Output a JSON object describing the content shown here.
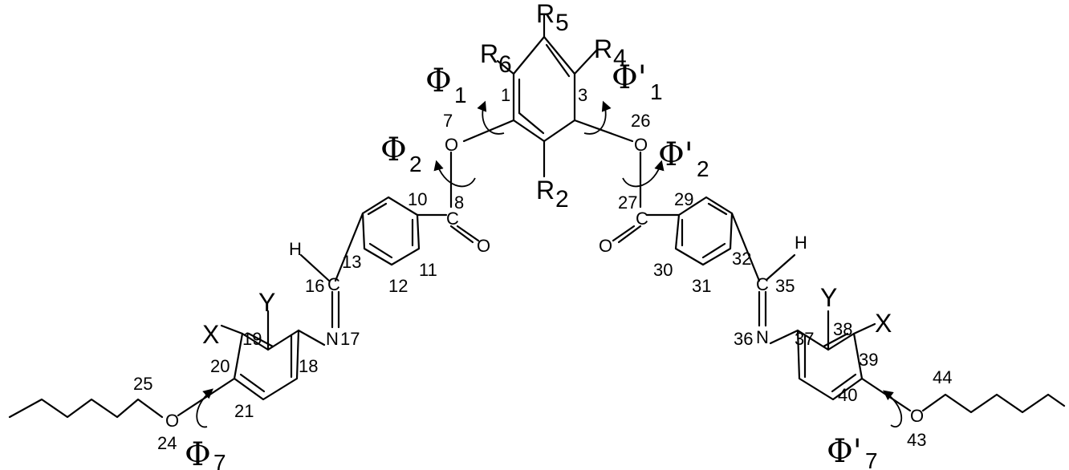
{
  "groups": {
    "r5": {
      "main": "R",
      "sub": "5"
    },
    "r6": {
      "main": "R",
      "sub": "6"
    },
    "r4": {
      "main": "R",
      "sub": "4"
    },
    "r2": {
      "main": "R",
      "sub": "2"
    },
    "x_left": "X",
    "y_left": "Y",
    "x_right": "X",
    "y_right": "Y"
  },
  "atoms": {
    "o7": "O",
    "o26": "O",
    "o_carbonyl_left": "O",
    "o_carbonyl_right": "O",
    "c8": "C",
    "c27": "C",
    "c16": "C",
    "c35": "C",
    "h16": "H",
    "h35": "H",
    "n17": "N",
    "n36": "N",
    "o24": "O",
    "o43": "O"
  },
  "numbers": {
    "n1": "1",
    "n3": "3",
    "n7": "7",
    "n8": "8",
    "n10": "10",
    "n11": "11",
    "n12": "12",
    "n13": "13",
    "n16": "16",
    "n17": "17",
    "n18": "18",
    "n19": "19",
    "n20": "20",
    "n21": "21",
    "n24": "24",
    "n25": "25",
    "n26": "26",
    "n27": "27",
    "n29": "29",
    "n30": "30",
    "n31": "31",
    "n32": "32",
    "n35": "35",
    "n36": "36",
    "n37": "37",
    "n38": "38",
    "n39": "39",
    "n40": "40",
    "n43": "43",
    "n44": "44"
  },
  "torsions": {
    "phi1": {
      "symbol": "Φ",
      "sub": "1"
    },
    "phi1p": {
      "symbol": "Φ'",
      "sub": "1"
    },
    "phi2": {
      "symbol": "Φ",
      "sub": "2"
    },
    "phi2p": {
      "symbol": "Φ'",
      "sub": "2"
    },
    "phi7": {
      "symbol": "Φ",
      "sub": "7"
    },
    "phi7p": {
      "symbol": "Φ'",
      "sub": "7"
    }
  }
}
